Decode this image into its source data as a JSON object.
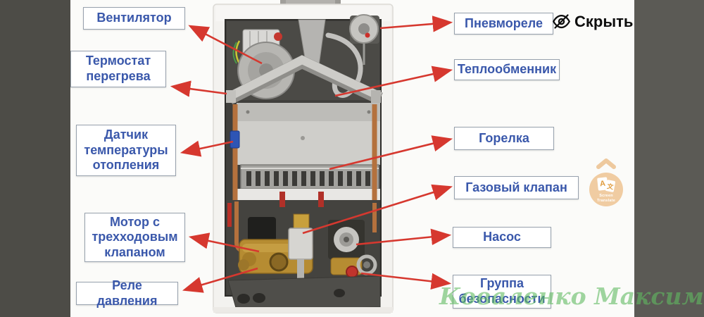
{
  "controls": {
    "hide_button": {
      "label": "Скрыть",
      "icon": "eye-off-icon"
    },
    "screen_translate": {
      "line1": "Screen",
      "line2": "Translate",
      "letter_latin": "A",
      "letter_cjk": "文"
    }
  },
  "watermark": {
    "text": "Коваленко Максим",
    "color": "#5ab45a"
  },
  "diagram": {
    "subject": "gas boiler internal components",
    "left_labels": [
      {
        "id": "fan",
        "text": "Вентилятор"
      },
      {
        "id": "overheat-thermostat",
        "text": "Термостат перегрева"
      },
      {
        "id": "heating-temp-sensor",
        "text": "Датчик температуры отопления"
      },
      {
        "id": "three-way-valve-motor",
        "text": "Мотор с трехходовым клапаном"
      },
      {
        "id": "pressure-relay",
        "text": "Реле давления"
      }
    ],
    "right_labels": [
      {
        "id": "pneumatic-relay",
        "text": "Пневмореле"
      },
      {
        "id": "heat-exchanger",
        "text": "Теплообменник"
      },
      {
        "id": "burner",
        "text": "Горелка"
      },
      {
        "id": "gas-valve",
        "text": "Газовый клапан"
      },
      {
        "id": "pump",
        "text": "Насос"
      },
      {
        "id": "safety-group",
        "text": "Группа безопасности"
      }
    ]
  },
  "colors": {
    "label_text": "#3a58ab",
    "label_border": "#97a1ad",
    "arrow_red": "#d6382f",
    "fab_tan": "#f0cca2",
    "letterbox_gray": "#54534e"
  }
}
